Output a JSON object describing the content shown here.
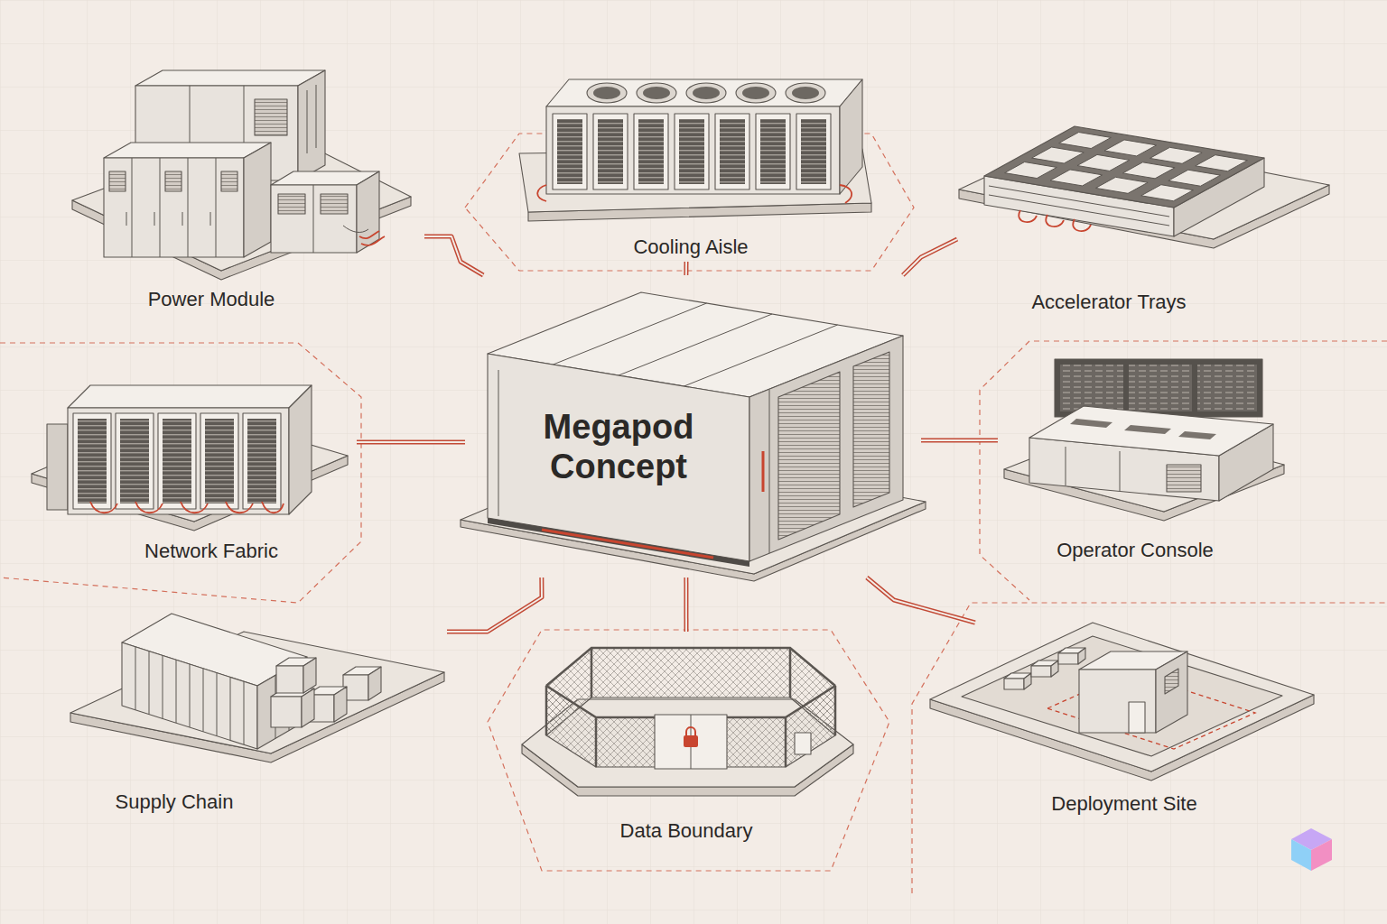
{
  "diagram": {
    "nodes": [
      {
        "text": [
          "Power Module"
        ]
      },
      {
        "text": [
          "Cooling Aisle"
        ]
      },
      {
        "text": [
          "Accelerator Trays"
        ]
      },
      {
        "text": [
          "Network Fabric"
        ]
      },
      {
        "text": [
          "Megapod Concept"
        ]
      },
      {
        "text": [
          "Operator Console"
        ]
      },
      {
        "text": [
          "Supply Chain"
        ]
      },
      {
        "text": [
          "Data Boundary"
        ]
      },
      {
        "text": [
          "Deployment Site"
        ]
      }
    ],
    "edges": [
      {
        "from": 4,
        "to": 0,
        "arrow": "none"
      },
      {
        "from": 4,
        "to": 1,
        "arrow": "none"
      },
      {
        "from": 4,
        "to": 2,
        "arrow": "none"
      },
      {
        "from": 4,
        "to": 3,
        "arrow": "none"
      },
      {
        "from": 4,
        "to": 5,
        "arrow": "none"
      },
      {
        "from": 4,
        "to": 6,
        "arrow": "none"
      },
      {
        "from": 4,
        "to": 7,
        "arrow": "none"
      },
      {
        "from": 4,
        "to": 8,
        "arrow": "none"
      }
    ]
  }
}
